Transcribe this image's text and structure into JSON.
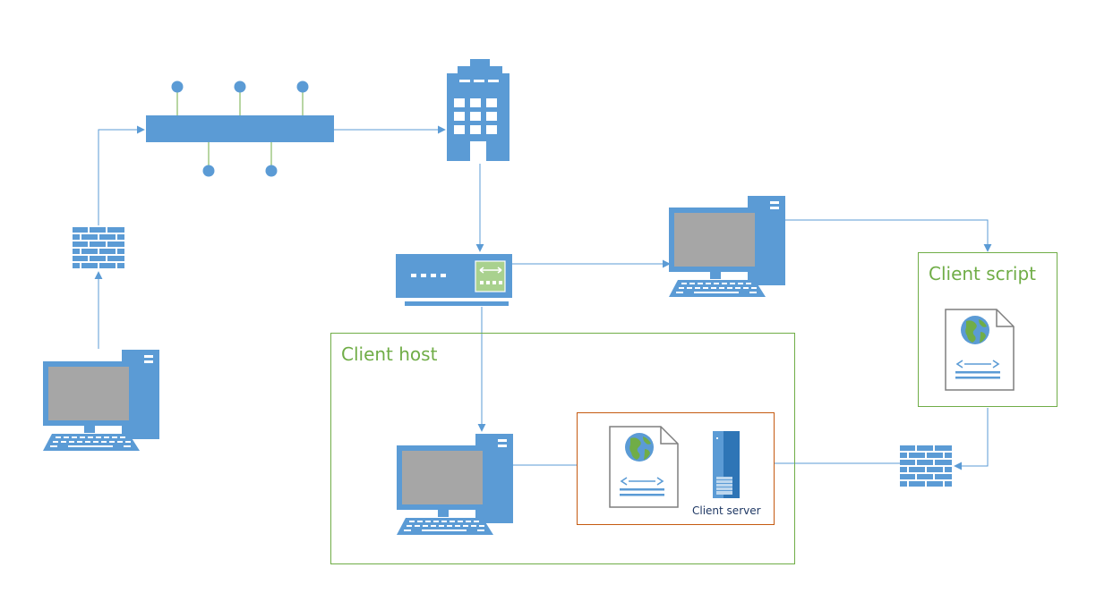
{
  "groups": {
    "client_host": {
      "label": "Client host",
      "color": "#70ad47"
    },
    "client_script": {
      "label": "Client script",
      "color": "#70ad47"
    },
    "inner_box": {
      "color": "#c55a11"
    }
  },
  "nodes": {
    "client_server": {
      "label": "Client server"
    }
  },
  "icons": {
    "computer": "desktop-computer-icon",
    "firewall": "firewall-icon",
    "bus": "network-bus-icon",
    "building": "office-building-icon",
    "switch": "network-switch-icon",
    "web_page": "web-page-document-icon",
    "server": "server-tower-icon"
  },
  "colors": {
    "icon_blue": "#5b9bd5",
    "screen_gray": "#a6a6a6",
    "switch_port_green": "#a9d18e",
    "connector": "#5b9bd5",
    "bus_stub": "#70ad47",
    "globe_green": "#70ad47"
  }
}
